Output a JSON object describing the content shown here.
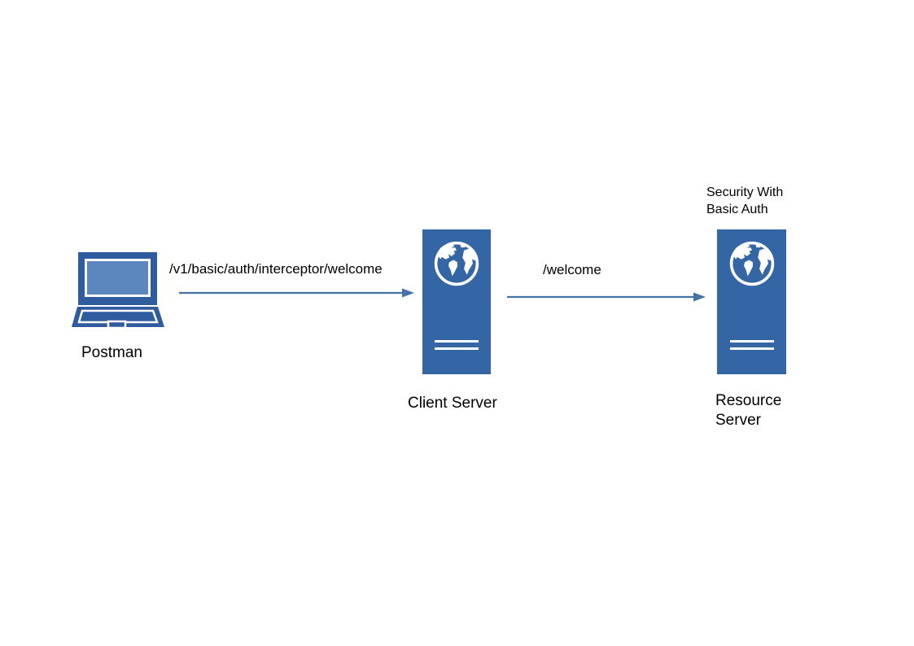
{
  "diagram": {
    "nodes": {
      "postman": {
        "label": "Postman",
        "type": "laptop"
      },
      "client_server": {
        "label": "Client Server",
        "type": "web-server"
      },
      "resource_server": {
        "label": "Resource Server",
        "annotation": "Security With Basic Auth",
        "type": "web-server"
      }
    },
    "edges": {
      "postman_to_client": {
        "label": "/v1/basic/auth/interceptor/welcome",
        "direction": "left-to-right"
      },
      "client_to_resource": {
        "label": "/welcome",
        "direction": "left-to-right"
      }
    },
    "colors": {
      "background": "#FFFFFF",
      "server_fill": "#3465A4",
      "laptop_frame": "#2E5C9E",
      "laptop_screen": "#5B86BE",
      "arrow": "#4472A4",
      "text": "#000000",
      "icon_detail": "#FFFFFF"
    }
  }
}
